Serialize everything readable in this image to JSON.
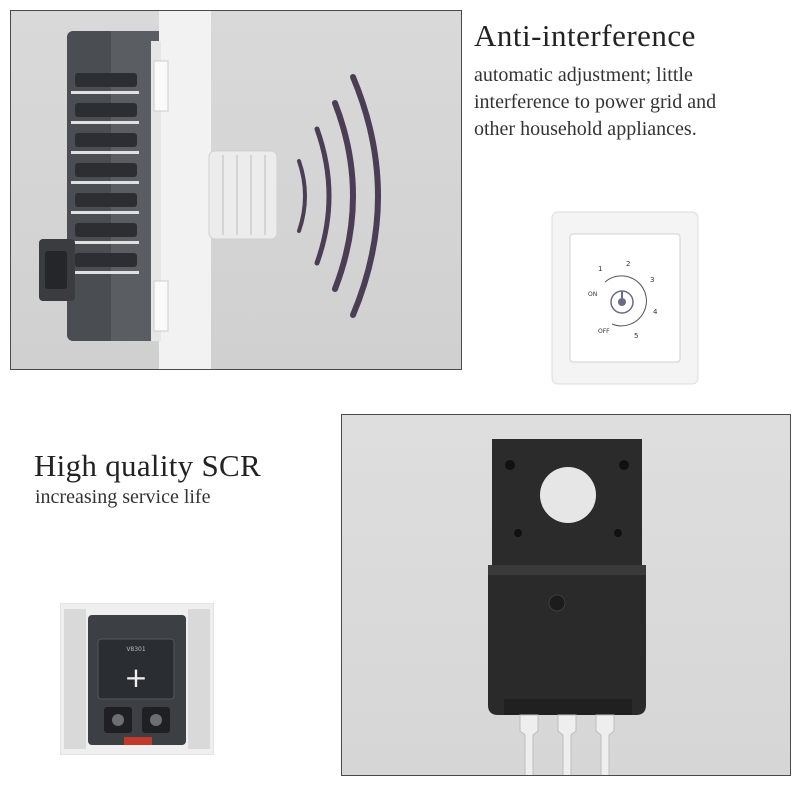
{
  "features": [
    {
      "title": "Anti-interference",
      "lines": [
        "automatic adjustment; little",
        "interference to power grid and",
        "other household appliances."
      ]
    },
    {
      "title": "High quality SCR",
      "lines": [
        "increasing service life"
      ]
    }
  ],
  "dial": {
    "on_label": "ON",
    "off_label": "OFF",
    "ticks": [
      "1",
      "2",
      "3",
      "4",
      "5"
    ]
  },
  "module": {
    "code": "V8301",
    "symbol": "+"
  },
  "colors": {
    "panel_bg": "#d6d6d6",
    "panel_border": "#4a4a4a",
    "wave_purple": "#4a3d55",
    "dimmer_body": "#4a4d52",
    "scr_body": "#2a2a2a"
  }
}
